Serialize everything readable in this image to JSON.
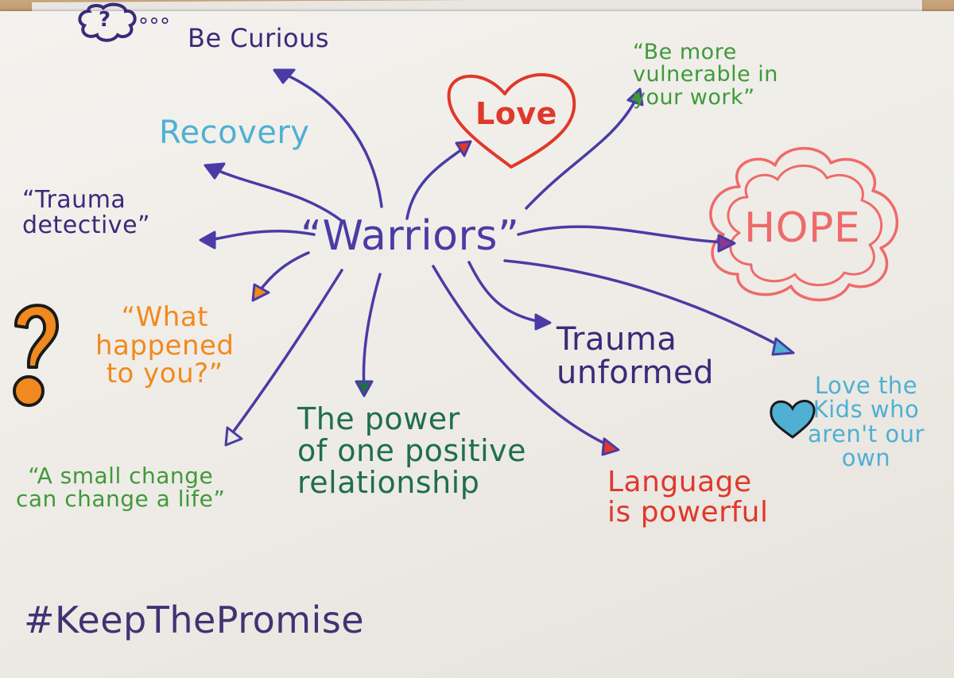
{
  "colors": {
    "ink_blue": "#4a3ba6",
    "red": "#e0382b",
    "hope_pink": "#ef6a6a",
    "light_blue": "#4fb0d4",
    "green": "#3f9a3a",
    "dark_green": "#1f6f4a",
    "orange": "#f08a1e",
    "purple": "#3a2a7a",
    "hashtag": "#3e3473"
  },
  "center": {
    "text": "“Warriors”"
  },
  "nodes": {
    "curious": {
      "text": "Be Curious",
      "dots": "°°°",
      "icon_text": "?"
    },
    "recovery": {
      "text": "Recovery"
    },
    "trauma_detective": {
      "text": "“Trauma\ndetective”"
    },
    "love": {
      "text": "Love"
    },
    "vulnerable": {
      "text": "“Be more\nvulnerable in\nyour work”"
    },
    "hope": {
      "text": "HOPE"
    },
    "what_happened": {
      "text": "“What\nhappened\nto you?”"
    },
    "question_mark": {
      "text": "?"
    },
    "small_change": {
      "text": "“A small change\ncan change a life”"
    },
    "power_of_one": {
      "text": "The power\nof one positive\nrelationship"
    },
    "trauma_informed": {
      "text": "Trauma\nunformed"
    },
    "language": {
      "text": "Language\nis powerful"
    },
    "love_kids": {
      "text": "Love the\nKids who\naren't our\nown"
    }
  },
  "hashtag": "#KeepThePromise"
}
